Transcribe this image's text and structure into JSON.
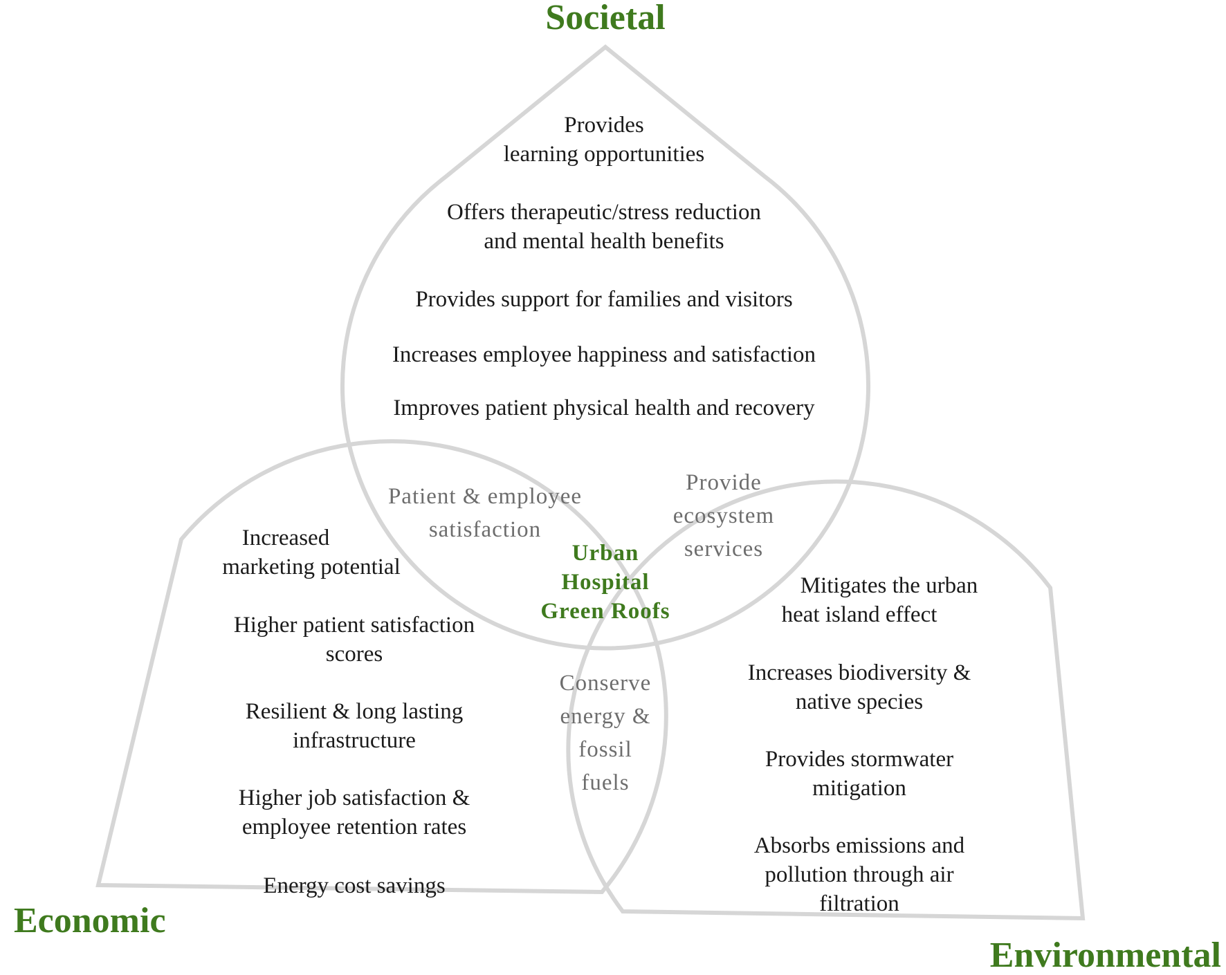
{
  "titles": {
    "societal": "Societal",
    "economic": "Economic",
    "environmental": "Environmental"
  },
  "center": [
    "Urban",
    "Hospital",
    "Green Roofs"
  ],
  "societal_items": [
    [
      "Provides",
      "learning opportunities"
    ],
    [
      "Offers therapeutic/stress reduction",
      "and mental health benefits"
    ],
    [
      "Provides support for families and visitors"
    ],
    [
      "Increases employee happiness and satisfaction"
    ],
    [
      "Improves patient physical health and recovery"
    ]
  ],
  "economic_items": [
    [
      "Increased",
      "marketing potential"
    ],
    [
      "Higher patient satisfaction",
      "scores"
    ],
    [
      "Resilient & long lasting",
      "infrastructure"
    ],
    [
      "Higher job satisfaction &",
      "employee retention rates"
    ],
    [
      "Energy cost savings"
    ]
  ],
  "environmental_items": [
    [
      "Mitigates the urban",
      "heat island effect"
    ],
    [
      "Increases biodiversity &",
      "native species"
    ],
    [
      "Provides stormwater",
      "mitigation"
    ],
    [
      "Absorbs emissions and",
      "pollution through air",
      "filtration"
    ]
  ],
  "overlaps": {
    "societal_economic": [
      "Patient & employee",
      "satisfaction"
    ],
    "societal_environmental": [
      "Provide",
      "ecosystem",
      "services"
    ],
    "economic_environmental": [
      "Conserve",
      "energy &",
      "fossil",
      "fuels"
    ]
  },
  "colors": {
    "title_green": "#3f7a1e",
    "outline_gray": "#d6d6d6",
    "overlap_text_gray": "#6d6d6d"
  }
}
